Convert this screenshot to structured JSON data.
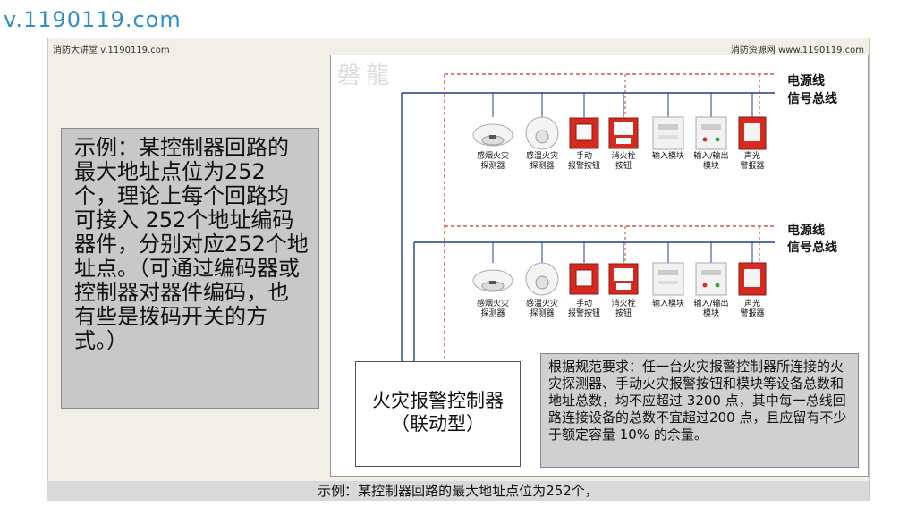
{
  "watermark": "v.1190119.com",
  "header": {
    "left": "消防大讲堂 v.1190119.com",
    "right": "消防资源网 www.1190119.com"
  },
  "brand": "磐龍",
  "example_text": "示例：某控制器回路的最大地址点位为252 个，理论上每个回路均可接入 252个地址编码器件，分别对应252个地址点。（可通过编码器或控制器对器件编码，也有些是拨码开关的方式。）",
  "lines": {
    "power": "电源线",
    "signal": "信号总线"
  },
  "devices": [
    {
      "label1": "感烟火灾",
      "label2": "探测器",
      "icon": "smoke-detector-icon"
    },
    {
      "label1": "感温火灾",
      "label2": "探测器",
      "icon": "heat-detector-icon"
    },
    {
      "label1": "手动",
      "label2": "报警按钮",
      "icon": "manual-alarm-button-icon"
    },
    {
      "label1": "消火栓",
      "label2": "按钮",
      "icon": "hydrant-button-icon"
    },
    {
      "label1": "输入模块",
      "label2": "",
      "icon": "input-module-icon"
    },
    {
      "label1": "输入/输出",
      "label2": "模块",
      "icon": "io-module-icon"
    },
    {
      "label1": "声光",
      "label2": "警报器",
      "icon": "sound-light-alarm-icon"
    }
  ],
  "controller": {
    "line1": "火灾报警控制器",
    "line2": "（联动型）"
  },
  "norm_text": "根据规范要求：任一台火灾报警控制器所连接的火灾探测器、手动火灾报警按钮和模块等设备总数和地址总数，均不应超过 3200 点，其中每一总线回路连接设备的总数不宜超过200 点，且应留有不少于额定容量 10% 的余量。",
  "caption": "示例：某控制器回路的最大地址点位为252个，",
  "colors": {
    "power_line": "#c0392b",
    "signal_line": "#1f3f8f",
    "watermark": "#2f8fc8",
    "device_red": "#d42a1f"
  }
}
